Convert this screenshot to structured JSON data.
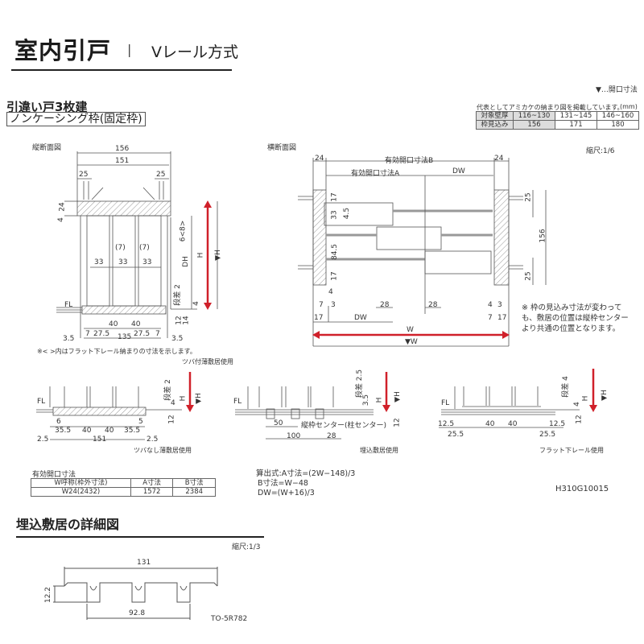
{
  "header": {
    "title": "室内引戸",
    "separator": "|",
    "subtitle": "Vレール方式"
  },
  "legend": {
    "marker": "▼",
    "label": "▼…開口寸法"
  },
  "product": {
    "type": "引違い戸3枚建",
    "frame": "ノンケーシング枠(固定枠)"
  },
  "spec_table": {
    "note": "代表としてアミカケの納まり図を掲載しています。",
    "unit": "(mm)",
    "rows": [
      {
        "label": "対象壁厚",
        "values": [
          "116~130",
          "131~145",
          "146~160"
        ]
      },
      {
        "label": "枠見込み",
        "values": [
          "156",
          "171",
          "180"
        ]
      }
    ]
  },
  "vertical_section": {
    "title": "縦断面図",
    "dims": {
      "overall": "156",
      "inner": "151",
      "left_25": "25",
      "right_25": "25",
      "top_24": "24",
      "top_4": "4",
      "gap_7a": "(7)",
      "gap_7b": "(7)",
      "door_33a": "33",
      "door_33b": "33",
      "door_33c": "33",
      "six_eight": "6<8>",
      "dh": "DH",
      "h": "H",
      "open_h": "▼H",
      "step": "段差 2",
      "four": "4",
      "twelve": "12",
      "fourteen": "14",
      "fl": "FL",
      "b_40a": "40",
      "b_40b": "40",
      "b_7a": "7",
      "b_275a": "27.5",
      "b_135": "135",
      "b_275b": "27.5",
      "b_7b": "7",
      "b_35a": "3.5",
      "b_35b": "3.5"
    },
    "note": "※< >内はフラット下レール納まりの寸法を示します。"
  },
  "horizontal_section": {
    "title": "横断面図",
    "scale": "縮尺:1/6",
    "dims": {
      "left_24": "24",
      "right_24": "24",
      "open_b": "有効開口寸法B",
      "open_a": "有効開口寸法A",
      "dw_top": "DW",
      "d17a": "17",
      "d33": "33",
      "d45": "4.5",
      "d845": "84.5",
      "d17b": "17",
      "r25a": "25",
      "r156": "156",
      "r25b": "25",
      "l4": "4",
      "l7": "7",
      "l3": "3",
      "l17": "17",
      "dw_bottom": "DW",
      "m28a": "28",
      "m28b": "28",
      "r4": "4",
      "r3": "3",
      "r7": "7",
      "r17": "17",
      "w": "W",
      "open_w": "▼W"
    },
    "note": "※ 枠の見込み寸法が変わっても、敷居の位置は縦枠センターより共通の位置となります。"
  },
  "sill_details": [
    {
      "name": "ツバ付薄敷居使用",
      "caption": "ツバ付薄敷居使用"
    },
    {
      "name": "ツバなし薄敷居使用",
      "caption": "ツバなし薄敷居使用",
      "dims": {
        "step": "段差 2",
        "four": "4",
        "twelve": "12",
        "h": "H",
        "open_h": "▼H",
        "fl": "FL",
        "six": "6",
        "five": "5",
        "a355": "35.5",
        "a40": "40",
        "b40": "40",
        "b355": "35.5",
        "l25": "2.5",
        "w151": "151",
        "r25": "2.5"
      }
    },
    {
      "name": "埋込敷居使用",
      "caption": "埋込敷居使用",
      "dims": {
        "step": "段差 2.5",
        "d35": "3.5",
        "twelve": "12",
        "h": "H",
        "open_h": "▼H",
        "fl": "FL",
        "fifty": "50",
        "hundred": "100",
        "twentyeight": "28",
        "center": "縦枠センター(柱センター)"
      }
    },
    {
      "name": "フラット下レール使用",
      "caption": "フラット下レール使用",
      "dims": {
        "step": "段差 4",
        "four": "4",
        "twelve": "12",
        "h": "H",
        "open_h": "▼H",
        "fl": "FL",
        "l125": "12.5",
        "a40": "40",
        "b40": "40",
        "r125": "12.5",
        "l255": "25.5",
        "r255": "25.5"
      }
    }
  ],
  "opening_table": {
    "title": "有効開口寸法",
    "headers": [
      "W呼称(枠外寸法)",
      "A寸法",
      "B寸法"
    ],
    "rows": [
      [
        "W24(2432)",
        "1572",
        "2384"
      ]
    ]
  },
  "formulas": {
    "line1": "算出式:A寸法=(2W−148)/3",
    "line2": "B寸法=W−48",
    "line3": "DW=(W+16)/3"
  },
  "drawing_code": "H310G10015",
  "embedded_sill": {
    "title": "埋込敷居の詳細図",
    "scale": "縮尺:1/3",
    "dims": {
      "width": "131",
      "height": "12.2",
      "pitch": "92.8"
    },
    "part_code": "TO-5R782"
  },
  "colors": {
    "accent_red": "#d0202a",
    "line": "#555555",
    "hatch": "#888888"
  }
}
